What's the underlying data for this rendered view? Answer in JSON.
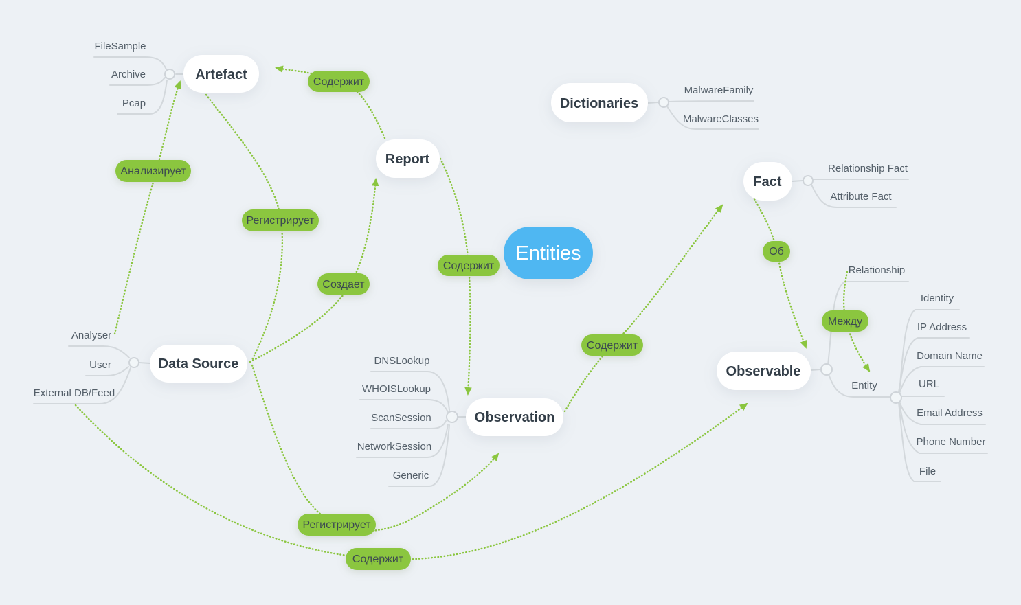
{
  "colors": {
    "background": "#edf1f5",
    "topic_fill": "#ffffff",
    "topic_text": "#333e48",
    "center_fill": "#4fb7f2",
    "center_text": "#ffffff",
    "relation_fill": "#8bc63f",
    "relation_text": "#3c4a51",
    "connector": "#d3d8dc",
    "leaf_text": "#545f69"
  },
  "center_topic": {
    "label": "Entities"
  },
  "topics": [
    {
      "label": "Artefact",
      "children": [
        {
          "label": "FileSample"
        },
        {
          "label": "Archive"
        },
        {
          "label": "Pcap"
        }
      ]
    },
    {
      "label": "Report",
      "children": []
    },
    {
      "label": "Dictionaries",
      "children": [
        {
          "label": "MalwareFamily"
        },
        {
          "label": "MalwareClasses"
        }
      ]
    },
    {
      "label": "Fact",
      "children": [
        {
          "label": "Relationship Fact"
        },
        {
          "label": "Attribute Fact"
        }
      ]
    },
    {
      "label": "Data Source",
      "children": [
        {
          "label": "Analyser"
        },
        {
          "label": "User"
        },
        {
          "label": "External DB/Feed"
        }
      ]
    },
    {
      "label": "Observation",
      "children": [
        {
          "label": "DNSLookup"
        },
        {
          "label": "WHOISLookup"
        },
        {
          "label": "ScanSession"
        },
        {
          "label": "NetworkSession"
        },
        {
          "label": "Generic"
        }
      ]
    },
    {
      "label": "Observable",
      "children": [
        {
          "label": "Relationship"
        },
        {
          "label": "Entity",
          "children": [
            {
              "label": "Identity"
            },
            {
              "label": "IP Address"
            },
            {
              "label": "Domain Name"
            },
            {
              "label": "URL"
            },
            {
              "label": "Email Address"
            },
            {
              "label": "Phone Number"
            },
            {
              "label": "File"
            }
          ]
        }
      ]
    }
  ],
  "relations": [
    {
      "label": "Содержит",
      "from": "Report",
      "to": "Artefact"
    },
    {
      "label": "Анализирует",
      "from": "Analyser",
      "to": "Artefact"
    },
    {
      "label": "Регистрирует",
      "from": "Data Source",
      "to": "Artefact"
    },
    {
      "label": "Создает",
      "from": "Data Source",
      "to": "Report"
    },
    {
      "label": "Содержит",
      "from": "Report",
      "to": "Observation"
    },
    {
      "label": "Содержит",
      "from": "Observation",
      "to": "Fact"
    },
    {
      "label": "Об",
      "from": "Fact",
      "to": "Observable"
    },
    {
      "label": "Между",
      "from": "Relationship",
      "to": "Entity"
    },
    {
      "label": "Регистрирует",
      "from": "Data Source",
      "to": "Observation"
    },
    {
      "label": "Содержит",
      "from": "External DB/Feed",
      "to": "Observable"
    }
  ]
}
